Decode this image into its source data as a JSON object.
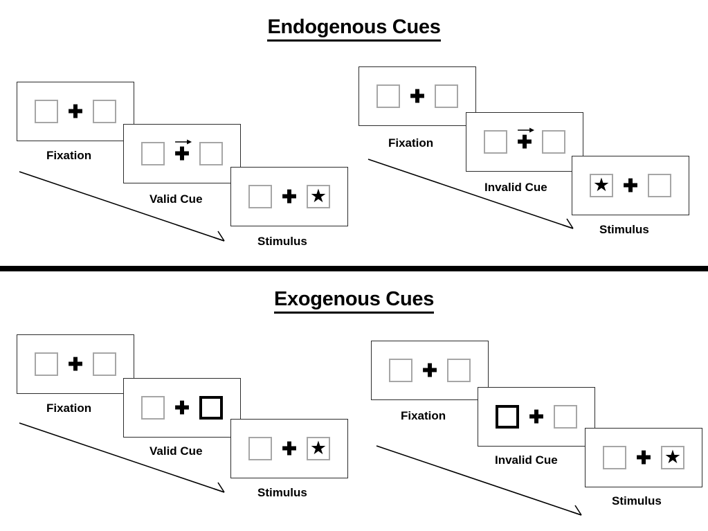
{
  "figure": {
    "title_endogenous": "Endogenous Cues",
    "title_exogenous": "Exogenous Cues"
  },
  "labels": {
    "fixation": "Fixation",
    "valid_cue": "Valid Cue",
    "invalid_cue": "Invalid Cue",
    "stimulus": "Stimulus"
  },
  "glyphs": {
    "fixation_cross": "✚",
    "target_star": "★"
  },
  "colors": {
    "panel_border": "#2b2b2b",
    "box_border": "#a6a6a6",
    "cued_box_border": "#000000",
    "ink": "#000000",
    "divider": "#000000",
    "background": "#ffffff"
  },
  "sections": [
    {
      "id": "endogenous",
      "title": "Endogenous Cues",
      "cue_type": "central-arrow",
      "sequences": [
        {
          "id": "endogenous-valid",
          "validity": "valid",
          "cue_label": "Valid Cue",
          "cue_direction": "right",
          "cued_side": "right",
          "target_side": "right",
          "panels": [
            {
              "label": "Fixation",
              "left_box": "empty",
              "right_box": "empty",
              "center": "plus"
            },
            {
              "label": "Valid Cue",
              "left_box": "empty",
              "right_box": "empty",
              "center": "plus-with-right-arrow"
            },
            {
              "label": "Stimulus",
              "left_box": "empty",
              "right_box": "star",
              "center": "plus"
            }
          ]
        },
        {
          "id": "endogenous-invalid",
          "validity": "invalid",
          "cue_label": "Invalid Cue",
          "cue_direction": "right",
          "cued_side": "right",
          "target_side": "left",
          "panels": [
            {
              "label": "Fixation",
              "left_box": "empty",
              "right_box": "empty",
              "center": "plus"
            },
            {
              "label": "Invalid Cue",
              "left_box": "empty",
              "right_box": "empty",
              "center": "plus-with-right-arrow"
            },
            {
              "label": "Stimulus",
              "left_box": "star",
              "right_box": "empty",
              "center": "plus"
            }
          ]
        }
      ]
    },
    {
      "id": "exogenous",
      "title": "Exogenous Cues",
      "cue_type": "peripheral-box-flash",
      "sequences": [
        {
          "id": "exogenous-valid",
          "validity": "valid",
          "cue_label": "Valid Cue",
          "cue_direction": "none",
          "cued_side": "right",
          "target_side": "right",
          "panels": [
            {
              "label": "Fixation",
              "left_box": "empty",
              "right_box": "empty",
              "center": "plus"
            },
            {
              "label": "Valid Cue",
              "left_box": "empty",
              "right_box": "cued",
              "center": "plus"
            },
            {
              "label": "Stimulus",
              "left_box": "empty",
              "right_box": "star",
              "center": "plus"
            }
          ]
        },
        {
          "id": "exogenous-invalid",
          "validity": "invalid",
          "cue_label": "Invalid Cue",
          "cue_direction": "none",
          "cued_side": "left",
          "target_side": "right",
          "panels": [
            {
              "label": "Fixation",
              "left_box": "empty",
              "right_box": "empty",
              "center": "plus"
            },
            {
              "label": "Invalid Cue",
              "left_box": "cued",
              "right_box": "empty",
              "center": "plus"
            },
            {
              "label": "Stimulus",
              "left_box": "empty",
              "right_box": "star",
              "center": "plus"
            }
          ]
        }
      ]
    }
  ],
  "time_arrows": [
    {
      "id": "endogenous-valid-time-arrow",
      "meaning": "time"
    },
    {
      "id": "endogenous-invalid-time-arrow",
      "meaning": "time"
    },
    {
      "id": "exogenous-valid-time-arrow",
      "meaning": "time"
    },
    {
      "id": "exogenous-invalid-time-arrow",
      "meaning": "time"
    }
  ]
}
